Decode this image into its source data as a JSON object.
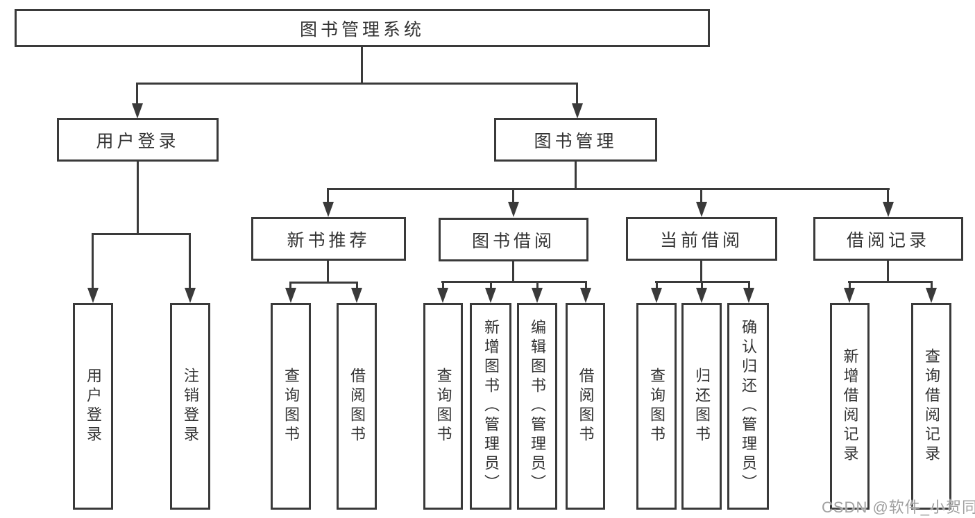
{
  "nodes": {
    "root": "图书管理系统",
    "level2": [
      "用户登录",
      "图书管理"
    ],
    "level3": [
      "新书推荐",
      "图书借阅",
      "当前借阅",
      "借阅记录"
    ],
    "leaves": [
      "用户登录",
      "注销登录",
      "查询图书",
      "借阅图书",
      "查询图书",
      "新增图书（管理员）",
      "编辑图书（管理员）",
      "借阅图书",
      "查询图书",
      "归还图书",
      "确认归还（管理员）",
      "新增借阅记录",
      "查询借阅记录"
    ]
  },
  "watermark": "CSDN @软件_小贺同学",
  "colors": {
    "line": "#3a3a3a",
    "text": "#333333",
    "background": "#ffffff",
    "watermark": "#a0a0a0"
  }
}
